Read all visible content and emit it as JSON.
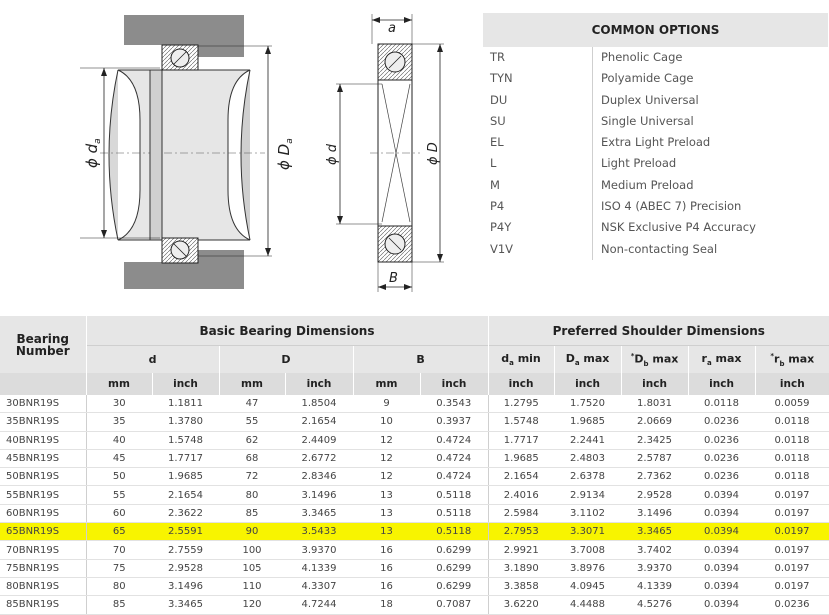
{
  "drawing": {
    "label_da": "ϕ d",
    "label_da_sub": "a",
    "label_Da": "ϕ D",
    "label_Da_sub": "a",
    "label_d": "ϕ d",
    "label_D": "ϕ D",
    "label_a": "a",
    "label_B": "B"
  },
  "options": {
    "title": "COMMON OPTIONS",
    "items": [
      {
        "code": "TR",
        "desc": "Phenolic Cage"
      },
      {
        "code": "TYN",
        "desc": "Polyamide Cage"
      },
      {
        "code": "DU",
        "desc": "Duplex Universal"
      },
      {
        "code": "SU",
        "desc": "Single Universal"
      },
      {
        "code": "EL",
        "desc": "Extra Light Preload"
      },
      {
        "code": "L",
        "desc": "Light Preload"
      },
      {
        "code": "M",
        "desc": "Medium Preload"
      },
      {
        "code": "P4",
        "desc": "ISO 4 (ABEC 7) Precision"
      },
      {
        "code": "P4Y",
        "desc": "NSK Exclusive P4 Accuracy"
      },
      {
        "code": "V1V",
        "desc": "Non-contacting Seal"
      }
    ]
  },
  "table": {
    "bearing_number": "Bearing Number",
    "basic_dims": "Basic Bearing Dimensions",
    "shoulder_dims": "Preferred Shoulder Dimensions",
    "col_d": "d",
    "col_D": "D",
    "col_B": "B",
    "col_da_min": "d",
    "col_da_min_sub": "a",
    "col_da_min_tail": " min",
    "col_Da_max": "D",
    "col_Da_max_sub": "a",
    "col_Da_max_tail": " max",
    "col_Db_max_star": "*",
    "col_Db_max": "D",
    "col_Db_max_sub": "b",
    "col_Db_max_tail": " max",
    "col_ra_max": "r",
    "col_ra_max_sub": "a",
    "col_ra_max_tail": " max",
    "col_rb_max_star": "*",
    "col_rb_max": "r",
    "col_rb_max_sub": "b",
    "col_rb_max_tail": "  max",
    "unit_mm": "mm",
    "unit_inch": "inch",
    "highlight_row": "65BNR19S",
    "highlight_color": "#f8f400",
    "rows": [
      [
        "30BNR19S",
        "30",
        "1.1811",
        "47",
        "1.8504",
        "9",
        "0.3543",
        "1.2795",
        "1.7520",
        "1.8031",
        "0.0118",
        "0.0059"
      ],
      [
        "35BNR19S",
        "35",
        "1.3780",
        "55",
        "2.1654",
        "10",
        "0.3937",
        "1.5748",
        "1.9685",
        "2.0669",
        "0.0236",
        "0.0118"
      ],
      [
        "40BNR19S",
        "40",
        "1.5748",
        "62",
        "2.4409",
        "12",
        "0.4724",
        "1.7717",
        "2.2441",
        "2.3425",
        "0.0236",
        "0.0118"
      ],
      [
        "45BNR19S",
        "45",
        "1.7717",
        "68",
        "2.6772",
        "12",
        "0.4724",
        "1.9685",
        "2.4803",
        "2.5787",
        "0.0236",
        "0.0118"
      ],
      [
        "50BNR19S",
        "50",
        "1.9685",
        "72",
        "2.8346",
        "12",
        "0.4724",
        "2.1654",
        "2.6378",
        "2.7362",
        "0.0236",
        "0.0118"
      ],
      [
        "55BNR19S",
        "55",
        "2.1654",
        "80",
        "3.1496",
        "13",
        "0.5118",
        "2.4016",
        "2.9134",
        "2.9528",
        "0.0394",
        "0.0197"
      ],
      [
        "60BNR19S",
        "60",
        "2.3622",
        "85",
        "3.3465",
        "13",
        "0.5118",
        "2.5984",
        "3.1102",
        "3.1496",
        "0.0394",
        "0.0197"
      ],
      [
        "65BNR19S",
        "65",
        "2.5591",
        "90",
        "3.5433",
        "13",
        "0.5118",
        "2.7953",
        "3.3071",
        "3.3465",
        "0.0394",
        "0.0197"
      ],
      [
        "70BNR19S",
        "70",
        "2.7559",
        "100",
        "3.9370",
        "16",
        "0.6299",
        "2.9921",
        "3.7008",
        "3.7402",
        "0.0394",
        "0.0197"
      ],
      [
        "75BNR19S",
        "75",
        "2.9528",
        "105",
        "4.1339",
        "16",
        "0.6299",
        "3.1890",
        "3.8976",
        "3.9370",
        "0.0394",
        "0.0197"
      ],
      [
        "80BNR19S",
        "80",
        "3.1496",
        "110",
        "4.3307",
        "16",
        "0.6299",
        "3.3858",
        "4.0945",
        "4.1339",
        "0.0394",
        "0.0197"
      ],
      [
        "85BNR19S",
        "85",
        "3.3465",
        "120",
        "4.7244",
        "18",
        "0.7087",
        "3.6220",
        "4.4488",
        "4.5276",
        "0.0394",
        "0.0236"
      ]
    ]
  }
}
